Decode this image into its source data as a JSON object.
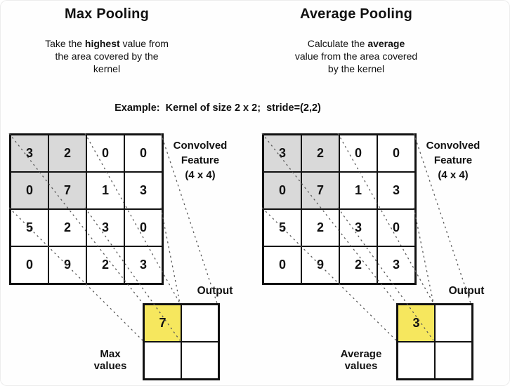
{
  "example_label": "Example:  Kernel of size 2 x 2;  stride=(2,2)",
  "left": {
    "title": "Max Pooling",
    "description": {
      "line1_pre": "Take the ",
      "line1_bold": "highest",
      "line1_post": " value from",
      "line2": "the area covered by the",
      "line3": "kernel"
    },
    "feature_label": {
      "line1": "Convolved",
      "line2": "Feature",
      "line3": "(4 x 4)"
    },
    "grid": [
      [
        3,
        2,
        0,
        0
      ],
      [
        0,
        7,
        1,
        3
      ],
      [
        5,
        2,
        3,
        0
      ],
      [
        0,
        9,
        2,
        3
      ]
    ],
    "kernel_cells": [
      [
        0,
        0
      ],
      [
        0,
        1
      ],
      [
        1,
        0
      ],
      [
        1,
        1
      ]
    ],
    "output_label": "Output",
    "output_value": "7",
    "output_highlight_cell": [
      0,
      0
    ],
    "values_label": {
      "line1": "Max",
      "line2": "values"
    }
  },
  "right": {
    "title": "Average Pooling",
    "description": {
      "line1_pre": "Calculate the ",
      "line1_bold": "average",
      "line1_post": "",
      "line2": "value from the area covered",
      "line3": "by the kernel"
    },
    "feature_label": {
      "line1": "Convolved",
      "line2": "Feature",
      "line3": "(4 x 4)"
    },
    "grid": [
      [
        3,
        2,
        0,
        0
      ],
      [
        0,
        7,
        1,
        3
      ],
      [
        5,
        2,
        3,
        0
      ],
      [
        0,
        9,
        2,
        3
      ]
    ],
    "kernel_cells": [
      [
        0,
        0
      ],
      [
        0,
        1
      ],
      [
        1,
        0
      ],
      [
        1,
        1
      ]
    ],
    "output_label": "Output",
    "output_value": "3",
    "output_highlight_cell": [
      0,
      0
    ],
    "values_label": {
      "line1": "Average",
      "line2": "values"
    }
  },
  "colors": {
    "kernel_highlight": "#d9d9d9",
    "output_highlight": "#f6e75e",
    "grid_border": "#111111",
    "dashed_line": "#5a5a5a"
  }
}
